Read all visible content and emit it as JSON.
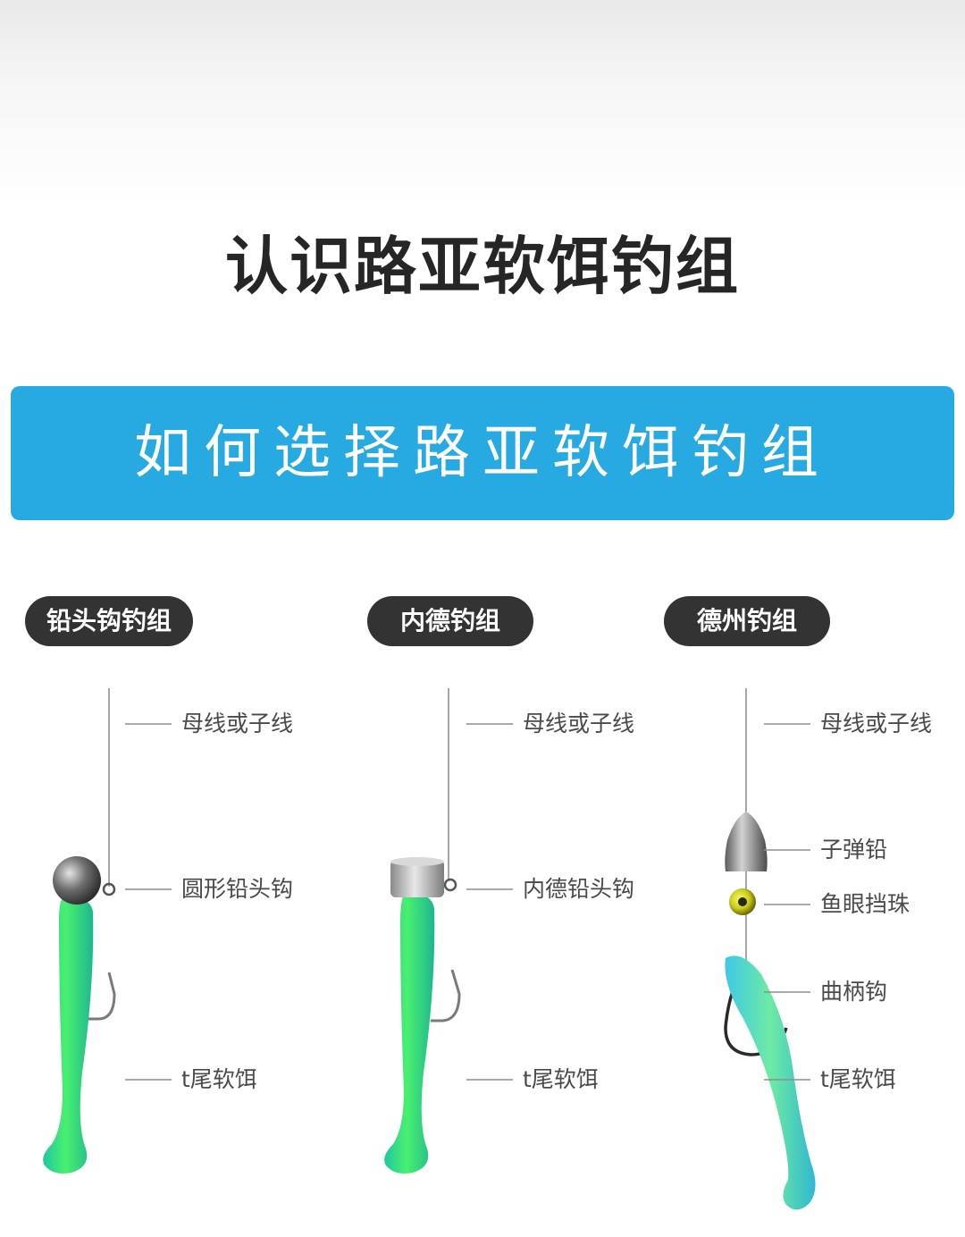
{
  "title": "认识路亚软饵钓组",
  "banner": "如何选择路亚软饵钓组",
  "rigs": [
    {
      "name": "铅头钩钓组",
      "labels": [
        "母线或子线",
        "圆形铅头钩",
        "t尾软饵"
      ]
    },
    {
      "name": "内德钓组",
      "labels": [
        "母线或子线",
        "内德铅头钩",
        "t尾软饵"
      ]
    },
    {
      "name": "德州钓组",
      "labels": [
        "母线或子线",
        "子弹铅",
        "鱼眼挡珠",
        "曲柄钩",
        "t尾软饵"
      ]
    }
  ],
  "colors": {
    "banner": "#27aae1",
    "pill": "#333333",
    "lure_green": "#3ee88a",
    "lure_cyan": "#5ad7e8"
  }
}
